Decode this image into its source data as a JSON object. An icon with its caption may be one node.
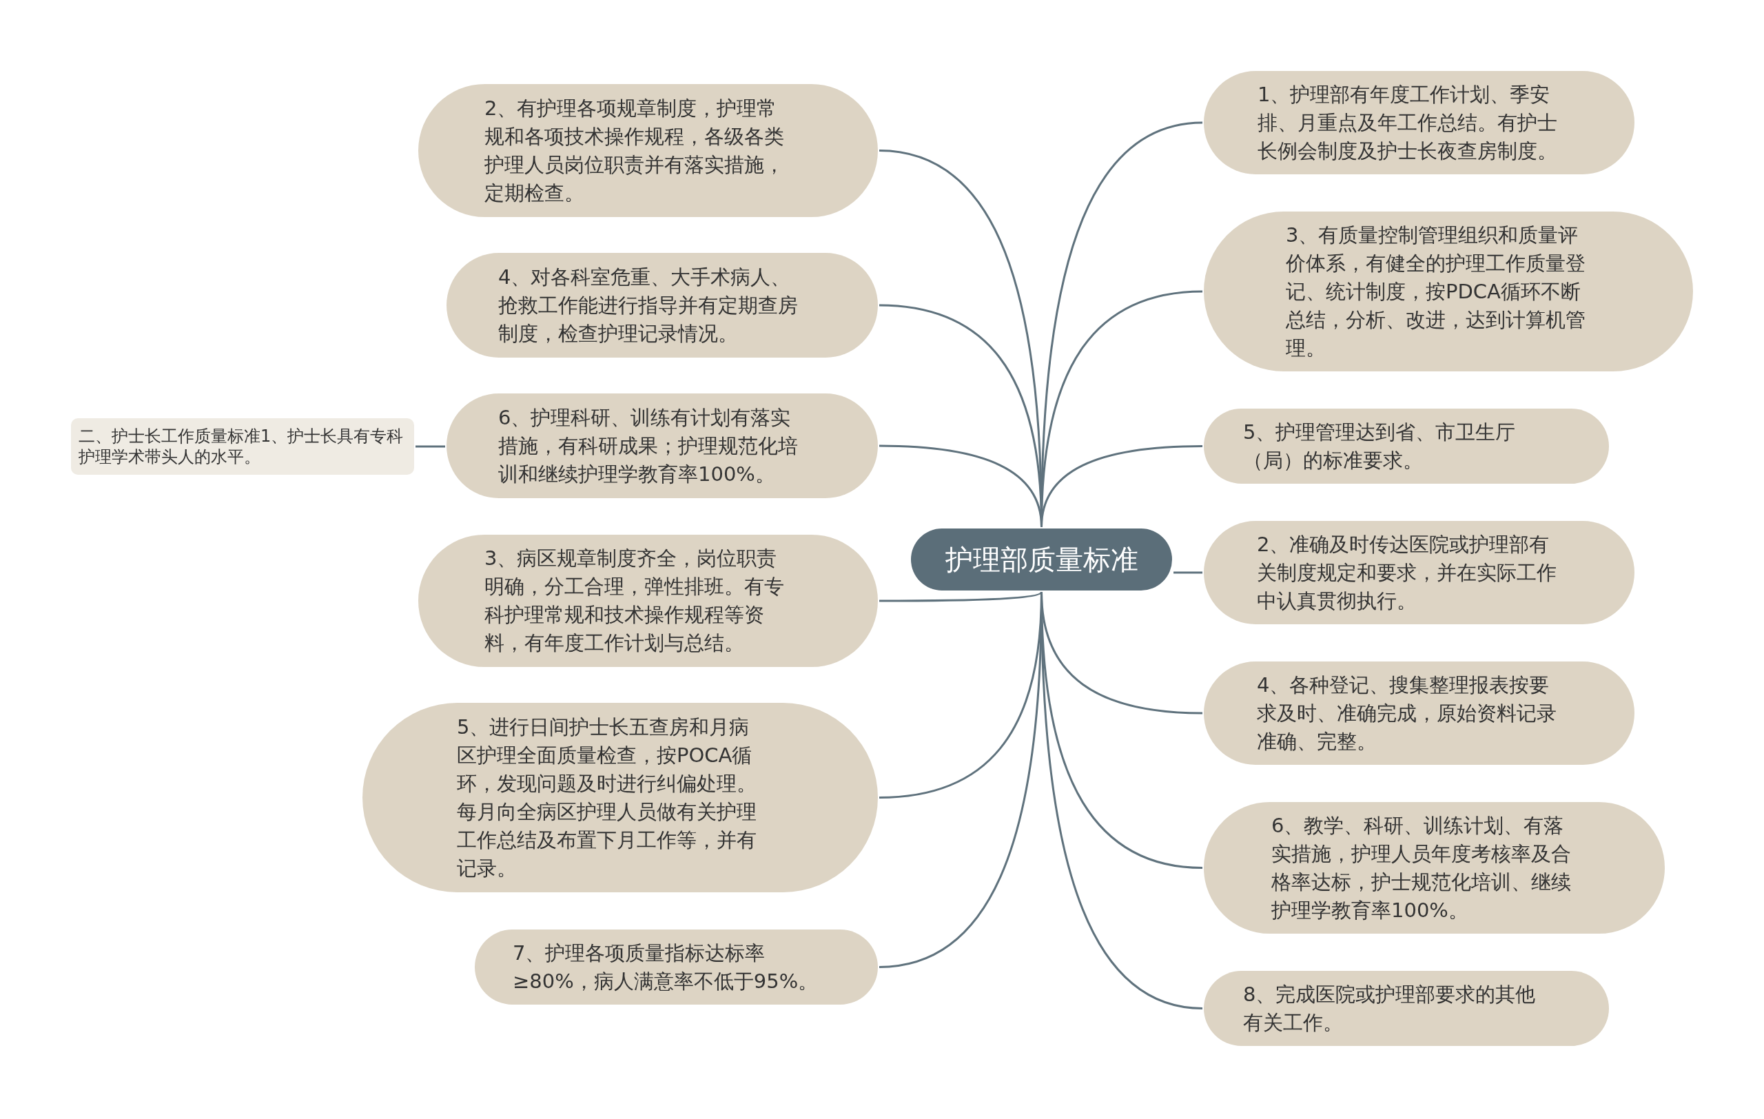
{
  "diagram": {
    "nodes": [
      {
        "text": [
          "护理部质量标准"
        ]
      },
      {
        "text": [
          "2、有护理各项规章制度，护理常规和各项技术操作规程，各级各类护理人员岗位职责并有落实措施，定期检查。"
        ]
      },
      {
        "text": [
          "4、对各科室危重、大手术病人、抢救工作能进行指导并有定期查房制度，检查护理记录情况。"
        ]
      },
      {
        "text": [
          "6、护理科研、训练有计划有落实措施，有科研成果；护理规范化培训和继续护理学教育率100%。"
        ]
      },
      {
        "text": [
          "二、护士长工作质量标准1、护士长具有专科护理学术带头人的水平。"
        ]
      },
      {
        "text": [
          "3、病区规章制度齐全，岗位职责明确，分工合理，弹性排班。有专科护理常规和技术操作规程等资料，有年度工作计划与总结。"
        ]
      },
      {
        "text": [
          "5、进行日间护士长五查房和月病区护理全面质量检查，按POCA循环，发现问题及时进行纠偏处理。每月向全病区护理人员做有关护理工作总结及布置下月工作等，并有记录。"
        ]
      },
      {
        "text": [
          "7、护理各项质量指标达标率≥80%，病人满意率不低于95%。"
        ]
      },
      {
        "text": [
          "1、护理部有年度工作计划、季安排、月重点及年工作总结。有护士长例会制度及护士长夜查房制度。"
        ]
      },
      {
        "text": [
          "3、有质量控制管理组织和质量评价体系，有健全的护理工作质量登记、统计制度，按PDCA循环不断总结，分析、改进，达到计算机管理。"
        ]
      },
      {
        "text": [
          "5、护理管理达到省、市卫生厅（局）的标准要求。"
        ]
      },
      {
        "text": [
          "2、准确及时传达医院或护理部有关制度规定和要求，并在实际工作中认真贯彻执行。"
        ]
      },
      {
        "text": [
          "4、各种登记、搜集整理报表按要求及时、准确完成，原始资料记录准确、完整。"
        ]
      },
      {
        "text": [
          "6、教学、科研、训练计划、有落实措施，护理人员年度考核率及合格率达标，护士规范化培训、继续护理学教育率100%。"
        ]
      },
      {
        "text": [
          "8、完成医院或护理部要求的其他有关工作。"
        ]
      }
    ],
    "edges": [
      {
        "from": 0,
        "to": 1,
        "arrow": "none"
      },
      {
        "from": 0,
        "to": 2,
        "arrow": "none"
      },
      {
        "from": 0,
        "to": 3,
        "arrow": "none"
      },
      {
        "from": 3,
        "to": 4,
        "arrow": "none"
      },
      {
        "from": 0,
        "to": 5,
        "arrow": "none"
      },
      {
        "from": 0,
        "to": 6,
        "arrow": "none"
      },
      {
        "from": 0,
        "to": 7,
        "arrow": "none"
      },
      {
        "from": 0,
        "to": 8,
        "arrow": "none"
      },
      {
        "from": 0,
        "to": 9,
        "arrow": "none"
      },
      {
        "from": 0,
        "to": 10,
        "arrow": "none"
      },
      {
        "from": 0,
        "to": 11,
        "arrow": "none"
      },
      {
        "from": 0,
        "to": 12,
        "arrow": "none"
      },
      {
        "from": 0,
        "to": 13,
        "arrow": "none"
      },
      {
        "from": 0,
        "to": 14,
        "arrow": "none"
      }
    ]
  }
}
